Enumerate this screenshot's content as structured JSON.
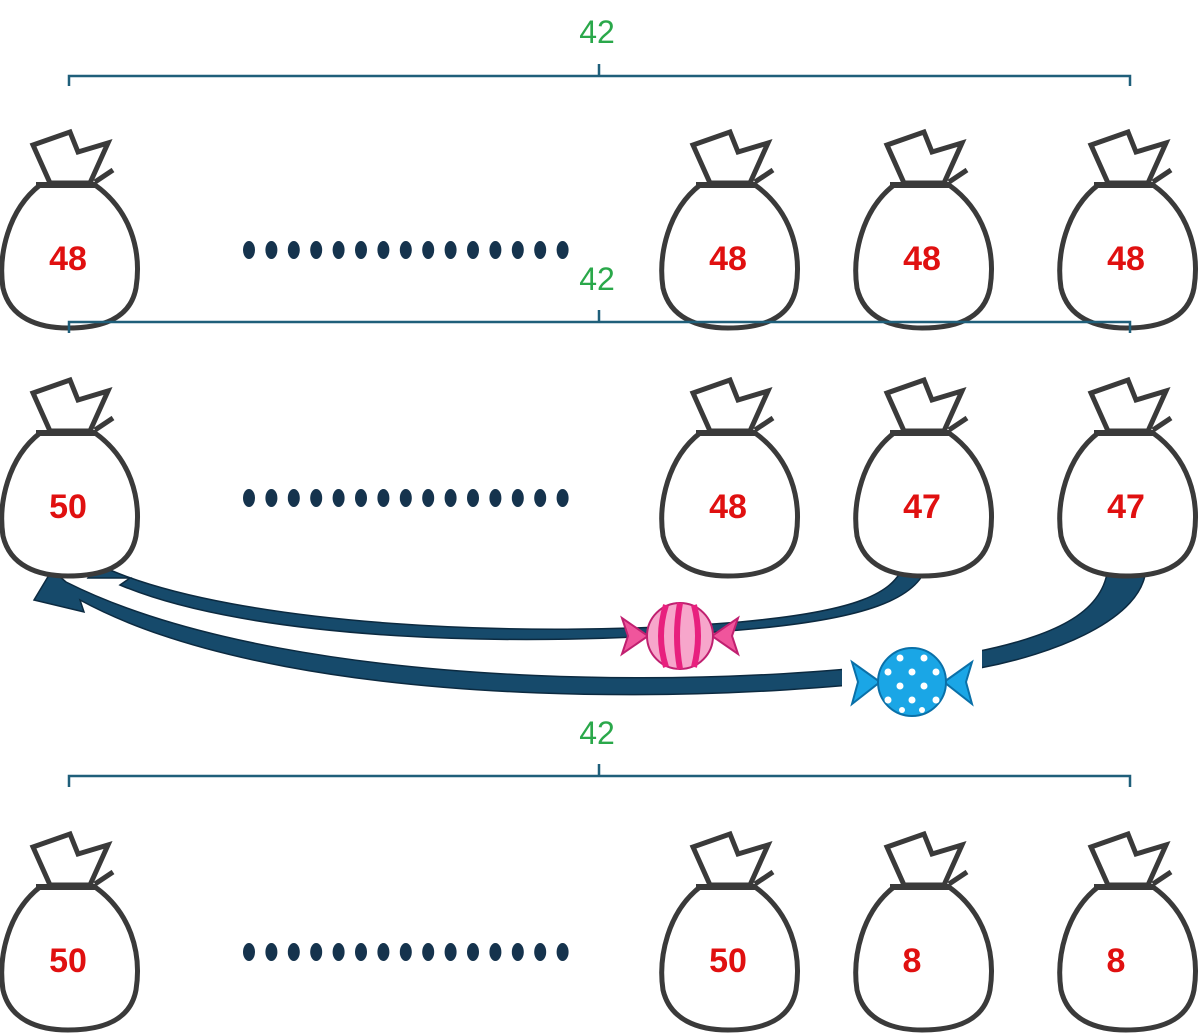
{
  "colors": {
    "bag": "#3a3a3a",
    "number": "#e01010",
    "total": "#2aa84a",
    "bracket": "#1f5f7a",
    "dots": "#15334d",
    "arrow": "#164a6b",
    "candy_pink": "#f0559c",
    "candy_blue": "#1aa6e6"
  },
  "rows": [
    {
      "total": "42",
      "bags": [
        "48",
        "48",
        "48",
        "48"
      ]
    },
    {
      "total": "42",
      "bags": [
        "50",
        "48",
        "47",
        "47"
      ]
    },
    {
      "total": "42",
      "bags": [
        "50",
        "50",
        "8",
        "8"
      ]
    }
  ],
  "icons": [
    "money-bag-icon",
    "candy-pink-icon",
    "candy-blue-icon",
    "curved-arrow-icon"
  ]
}
